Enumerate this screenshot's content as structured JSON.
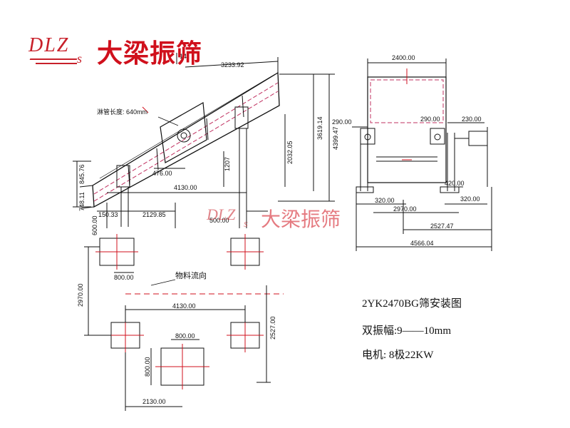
{
  "brand": {
    "latin": "DLZ",
    "latin_sub": "s",
    "chinese": "大梁振筛"
  },
  "watermark": {
    "latin": "DLZ",
    "latin_sub": "s",
    "chinese": "大梁振筛"
  },
  "info": {
    "title": "2YK2470BG筛安装图",
    "amplitude": "双振幅:9——10mm",
    "motor": "电机: 8极22KW"
  },
  "side_view": {
    "spray_label": "淋管长度: 640mm",
    "dims": {
      "top_partial": "14",
      "top_length": "3233.92",
      "height_total": "4399.47",
      "height_upper": "3619.14",
      "height_mid": "2032.05",
      "height_small": "1207",
      "left_upper": "845.76",
      "left_lower": "748.11",
      "base_center": "4130.00",
      "inner_476": "476.00",
      "base_150": "150.33",
      "base_2129": "2129.85",
      "base_600": "600.00",
      "base_500": "500.00"
    }
  },
  "end_view": {
    "dims": {
      "top_width": "2400.00",
      "left_290": "290.00",
      "right_290": "290.00",
      "right_230": "230.00",
      "right_420": "420.00",
      "left_320": "320.00",
      "right_320": "320.00",
      "base_2970": "2970.00",
      "base_2527": "2527.47",
      "overall_4566": "4566.04"
    }
  },
  "plan_view": {
    "flow_label": "物料流向",
    "dims": {
      "pad_800_top": "800.00",
      "vertical_2970": "2970.00",
      "span_4130": "4130.00",
      "vertical_2527": "2527.00",
      "pad_800_mid": "800.00",
      "pad_800_side": "800.00",
      "offset_2130": "2130.00"
    }
  },
  "colors": {
    "line": "#111111",
    "accent_red": "#d0101c",
    "dash_magenta": "#c03060"
  }
}
